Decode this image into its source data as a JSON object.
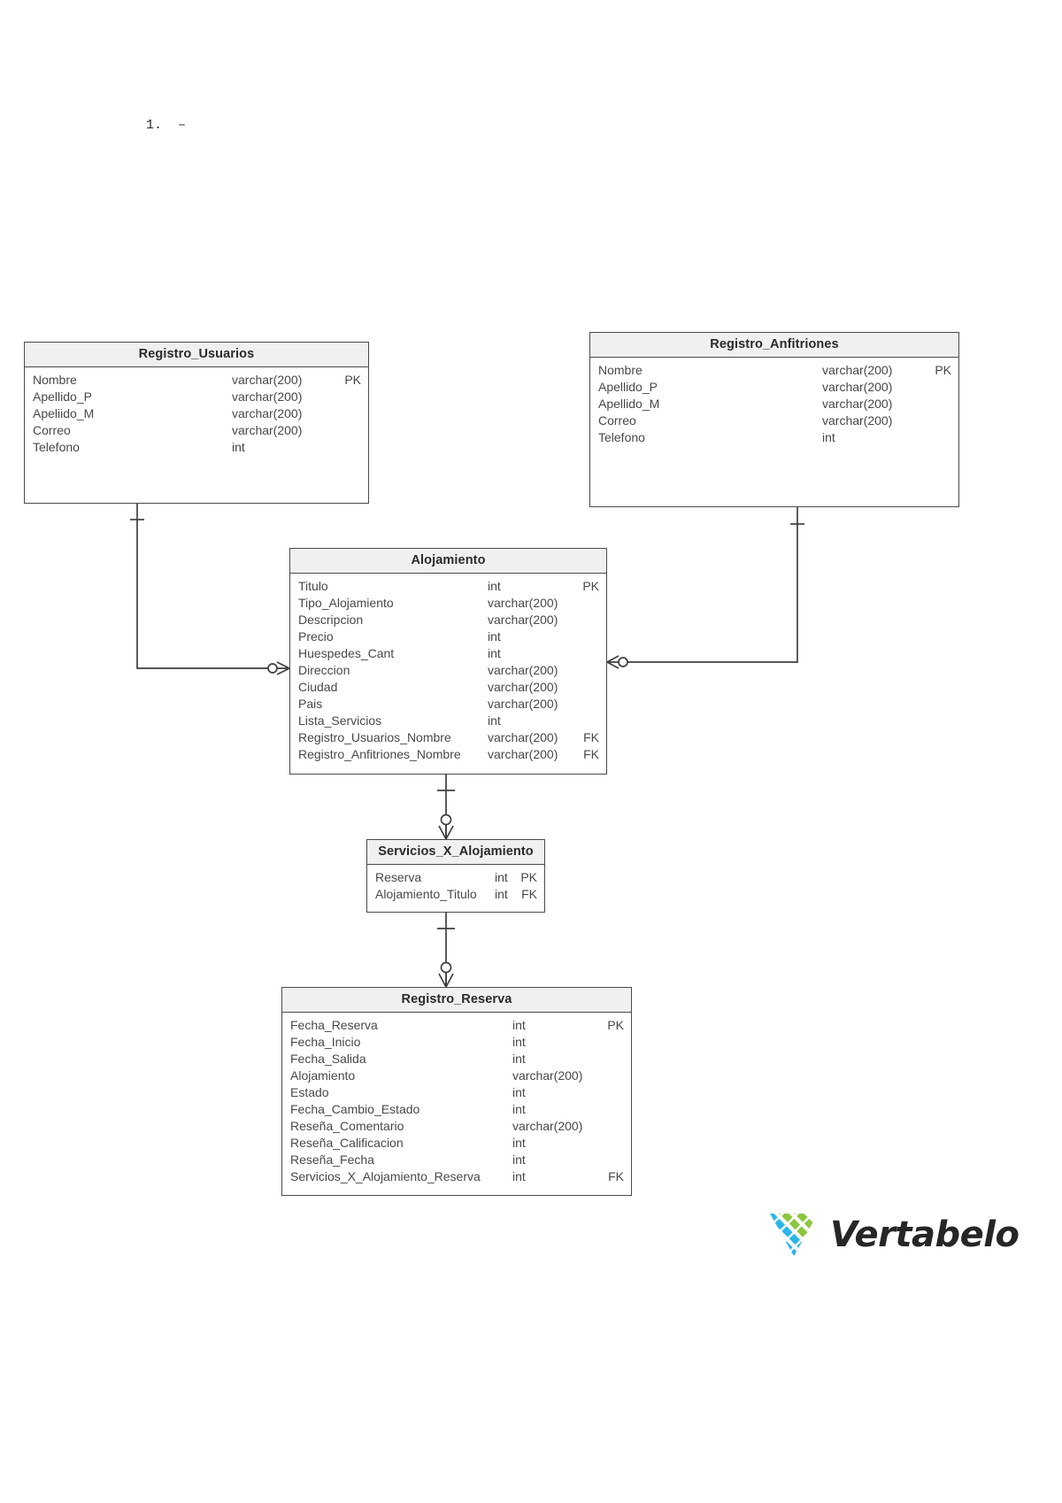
{
  "page": {
    "list_marker": "1.  –"
  },
  "diagram": {
    "type": "entity-relationship-diagram",
    "notation": "crows-foot",
    "entities": [
      {
        "id": "registro_usuarios",
        "name": "Registro_Usuarios",
        "attributes": [
          {
            "name": "Nombre",
            "type": "varchar(200)",
            "key": "PK"
          },
          {
            "name": "Apellido_P",
            "type": "varchar(200)",
            "key": ""
          },
          {
            "name": "Apeliido_M",
            "type": "varchar(200)",
            "key": ""
          },
          {
            "name": "Correo",
            "type": "varchar(200)",
            "key": ""
          },
          {
            "name": "Telefono",
            "type": "int",
            "key": ""
          }
        ]
      },
      {
        "id": "registro_anfitriones",
        "name": "Registro_Anfitriones",
        "attributes": [
          {
            "name": "Nombre",
            "type": "varchar(200)",
            "key": "PK"
          },
          {
            "name": "Apellido_P",
            "type": "varchar(200)",
            "key": ""
          },
          {
            "name": "Apellido_M",
            "type": "varchar(200)",
            "key": ""
          },
          {
            "name": "Correo",
            "type": "varchar(200)",
            "key": ""
          },
          {
            "name": "Telefono",
            "type": "int",
            "key": ""
          }
        ]
      },
      {
        "id": "alojamiento",
        "name": "Alojamiento",
        "attributes": [
          {
            "name": "Titulo",
            "type": "int",
            "key": "PK"
          },
          {
            "name": "Tipo_Alojamiento",
            "type": "varchar(200)",
            "key": ""
          },
          {
            "name": "Descripcion",
            "type": "varchar(200)",
            "key": ""
          },
          {
            "name": "Precio",
            "type": "int",
            "key": ""
          },
          {
            "name": "Huespedes_Cant",
            "type": "int",
            "key": ""
          },
          {
            "name": "Direccion",
            "type": "varchar(200)",
            "key": ""
          },
          {
            "name": "Ciudad",
            "type": "varchar(200)",
            "key": ""
          },
          {
            "name": "Pais",
            "type": "varchar(200)",
            "key": ""
          },
          {
            "name": "Lista_Servicios",
            "type": "int",
            "key": ""
          },
          {
            "name": "Registro_Usuarios_Nombre",
            "type": "varchar(200)",
            "key": "FK"
          },
          {
            "name": "Registro_Anfitriones_Nombre",
            "type": "varchar(200)",
            "key": "FK"
          }
        ]
      },
      {
        "id": "servicios_x_alojamiento",
        "name": "Servicios_X_Alojamiento",
        "attributes": [
          {
            "name": "Reserva",
            "type": "int",
            "key": "PK"
          },
          {
            "name": "Alojamiento_Titulo",
            "type": "int",
            "key": "FK"
          }
        ]
      },
      {
        "id": "registro_reserva",
        "name": "Registro_Reserva",
        "attributes": [
          {
            "name": "Fecha_Reserva",
            "type": "int",
            "key": "PK"
          },
          {
            "name": "Fecha_Inicio",
            "type": "int",
            "key": ""
          },
          {
            "name": "Fecha_Salida",
            "type": "int",
            "key": ""
          },
          {
            "name": "Alojamiento",
            "type": "varchar(200)",
            "key": ""
          },
          {
            "name": "Estado",
            "type": "int",
            "key": ""
          },
          {
            "name": "Fecha_Cambio_Estado",
            "type": "int",
            "key": ""
          },
          {
            "name": "Reseña_Comentario",
            "type": "varchar(200)",
            "key": ""
          },
          {
            "name": "Reseña_Calificacion",
            "type": "int",
            "key": ""
          },
          {
            "name": "Reseña_Fecha",
            "type": "int",
            "key": ""
          },
          {
            "name": "Servicios_X_Alojamiento_Reserva",
            "type": "int",
            "key": "FK"
          }
        ]
      }
    ],
    "relationships": [
      {
        "from": "registro_usuarios",
        "to": "alojamiento",
        "from_card": "one",
        "to_card": "zero-or-many"
      },
      {
        "from": "registro_anfitriones",
        "to": "alojamiento",
        "from_card": "one",
        "to_card": "zero-or-many"
      },
      {
        "from": "alojamiento",
        "to": "servicios_x_alojamiento",
        "from_card": "one",
        "to_card": "zero-or-many"
      },
      {
        "from": "servicios_x_alojamiento",
        "to": "registro_reserva",
        "from_card": "one",
        "to_card": "zero-or-many"
      }
    ]
  },
  "branding": {
    "name": "Vertabelo",
    "colors": {
      "pink": "#e0479e",
      "purple": "#6f2f9f",
      "cyan": "#28b7e8",
      "green": "#8cc63f"
    }
  }
}
